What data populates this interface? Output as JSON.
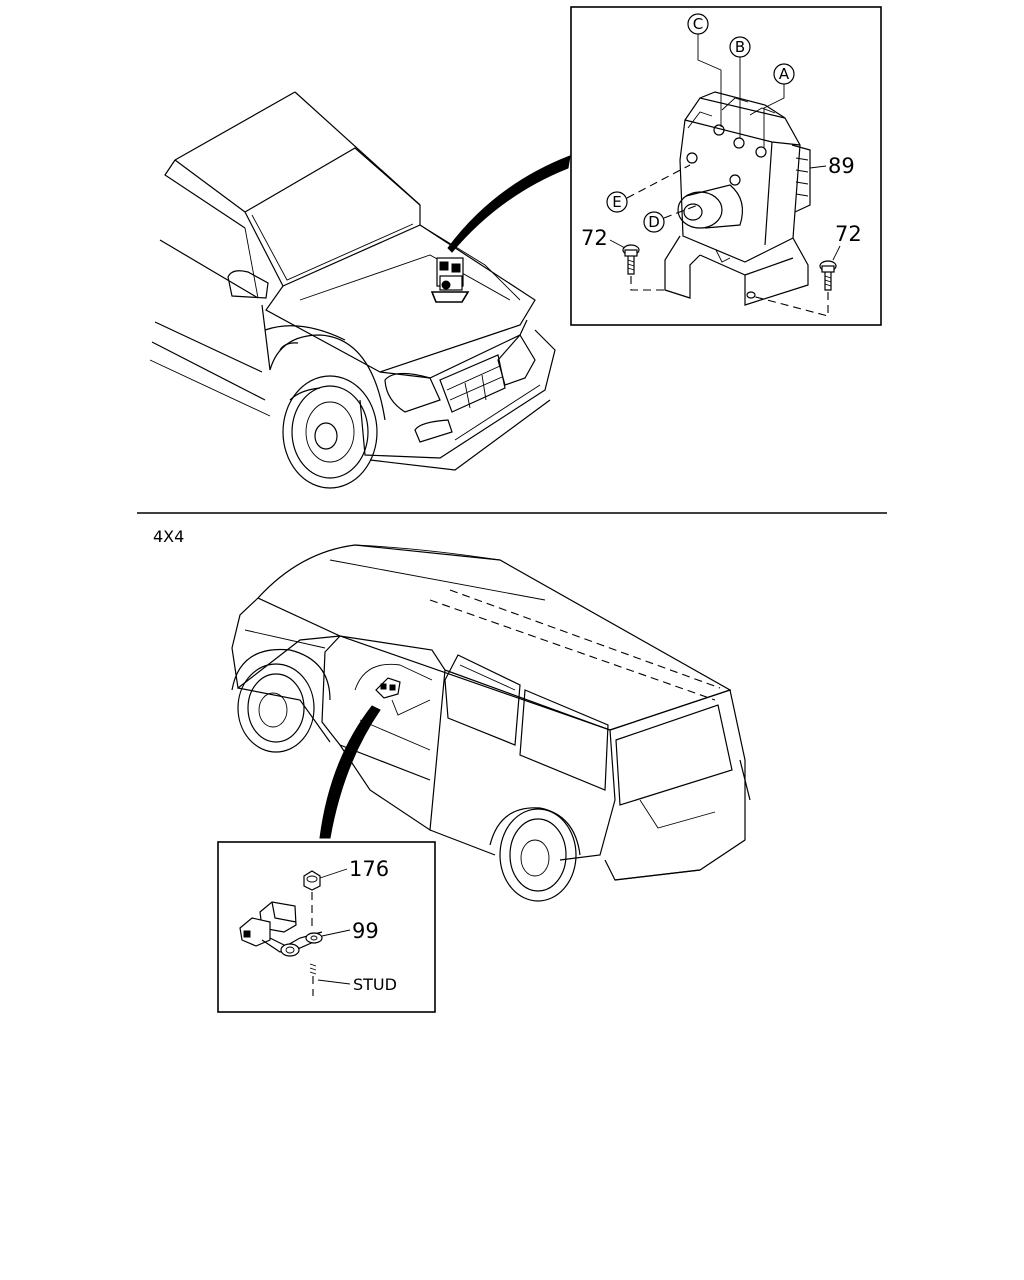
{
  "section_heading": "4X4",
  "top_inset": {
    "callouts": [
      "C",
      "B",
      "A",
      "E",
      "D"
    ],
    "parts": {
      "module": "89",
      "bolt_left": "72",
      "bolt_right": "72"
    }
  },
  "bottom_inset": {
    "parts": {
      "nut": "176",
      "washer": "99",
      "stud": "STUD"
    }
  }
}
